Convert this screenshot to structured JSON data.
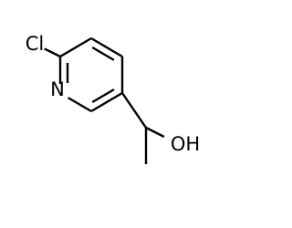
{
  "molecule": {
    "atoms": [
      {
        "id": "cl",
        "label": "Cl",
        "color": "#000000"
      },
      {
        "id": "n",
        "label": "N",
        "color": "#000000"
      },
      {
        "id": "oh",
        "label": "OH",
        "color": "#000000"
      }
    ]
  },
  "colors": {
    "bond": "#000000",
    "background": "#ffffff"
  }
}
